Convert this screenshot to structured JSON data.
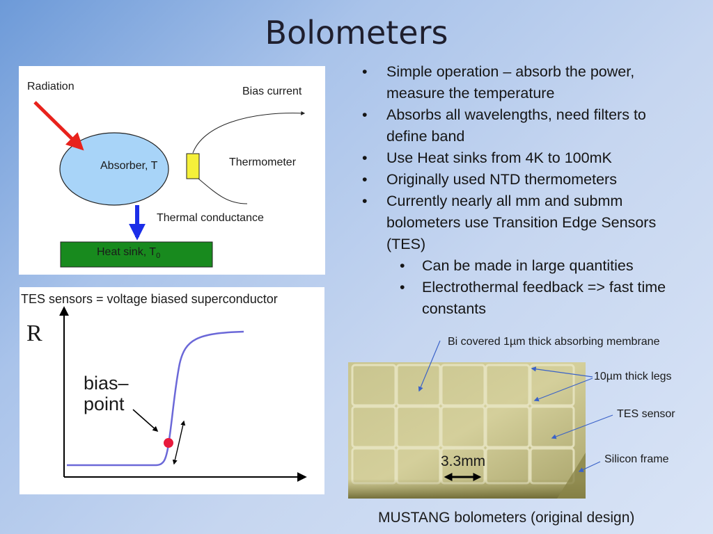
{
  "slide": {
    "title": "Bolometers"
  },
  "bullets": [
    {
      "text": "Simple operation – absorb the power, measure the temperature",
      "level": 1
    },
    {
      "text": "Absorbs all wavelengths, need filters to define band",
      "level": 1
    },
    {
      "text": "Use Heat sinks from 4K to 100mK",
      "level": 1
    },
    {
      "text": "Originally used NTD thermometers",
      "level": 1
    },
    {
      "text": "Currently nearly all mm and submm bolometers use Transition Edge Sensors (TES)",
      "level": 1
    },
    {
      "text": "Can be made in large quantities",
      "level": 2
    },
    {
      "text": "Electrothermal feedback => fast time constants",
      "level": 2
    }
  ],
  "diagram": {
    "radiation": "Radiation",
    "bias_current": "Bias current",
    "absorber": "Absorber, T",
    "thermometer": "Thermometer",
    "thermal_conductance": "Thermal conductance",
    "heat_sink": "Heat sink, T",
    "heat_sink_subscript": "0",
    "colors": {
      "absorber_fill": "#a8d4f8",
      "thermometer_fill": "#f5f03a",
      "heat_sink_fill": "#188a1e",
      "radiation_arrow": "#e8221c",
      "conductance_arrow": "#1b2ee8"
    }
  },
  "tes_plot": {
    "title": "TES sensors = voltage biased superconductor",
    "y_axis_label": "R",
    "bias_point_line1": "bias–",
    "bias_point_line2": "point",
    "colors": {
      "curve": "#6b68d8",
      "point": "#e8193c"
    }
  },
  "photo": {
    "annotations": {
      "membrane": "Bi covered 1µm thick absorbing membrane",
      "legs": "10µm thick legs",
      "tes_sensor": "TES sensor",
      "silicon_frame": "Silicon frame",
      "scale": "3.3mm"
    },
    "caption": "MUSTANG bolometers (original design)"
  }
}
